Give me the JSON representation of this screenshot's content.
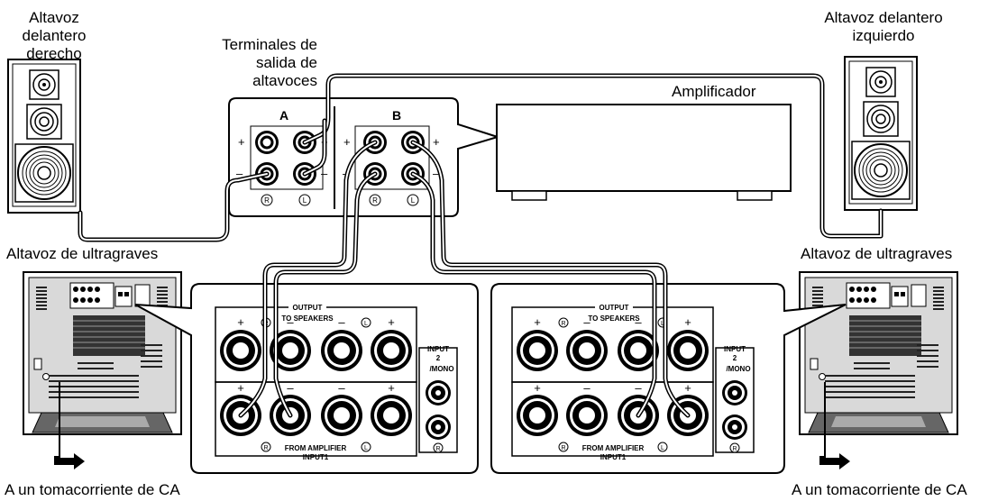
{
  "labels": {
    "front_right_speaker": [
      "Altavoz delantero",
      "derecho"
    ],
    "front_left_speaker": [
      "Altavoz delantero",
      "izquierdo"
    ],
    "speaker_terminals": [
      "Terminales de",
      "salida de",
      "altavoces"
    ],
    "amplifier": "Amplificador",
    "subwoofer_left": "Altavoz de ultragraves",
    "subwoofer_right": "Altavoz de ultragraves",
    "ac_outlet_left": "A un tomacorriente de CA",
    "ac_outlet_right": "A un tomacorriente de CA"
  },
  "terminals": {
    "group_a": "A",
    "group_b": "B",
    "plus": "+",
    "minus": "–",
    "right_mark": "R",
    "left_mark": "L"
  },
  "panel": {
    "output": "OUTPUT",
    "to_speakers": "TO SPEAKERS",
    "input2": "INPUT",
    "input2_num": "2",
    "mono": "/MONO",
    "from_amplifier": "FROM AMPLIFIER",
    "input1": "INPUT1",
    "l_mark": "L",
    "r_mark": "R",
    "plus": "+",
    "minus": "–"
  }
}
